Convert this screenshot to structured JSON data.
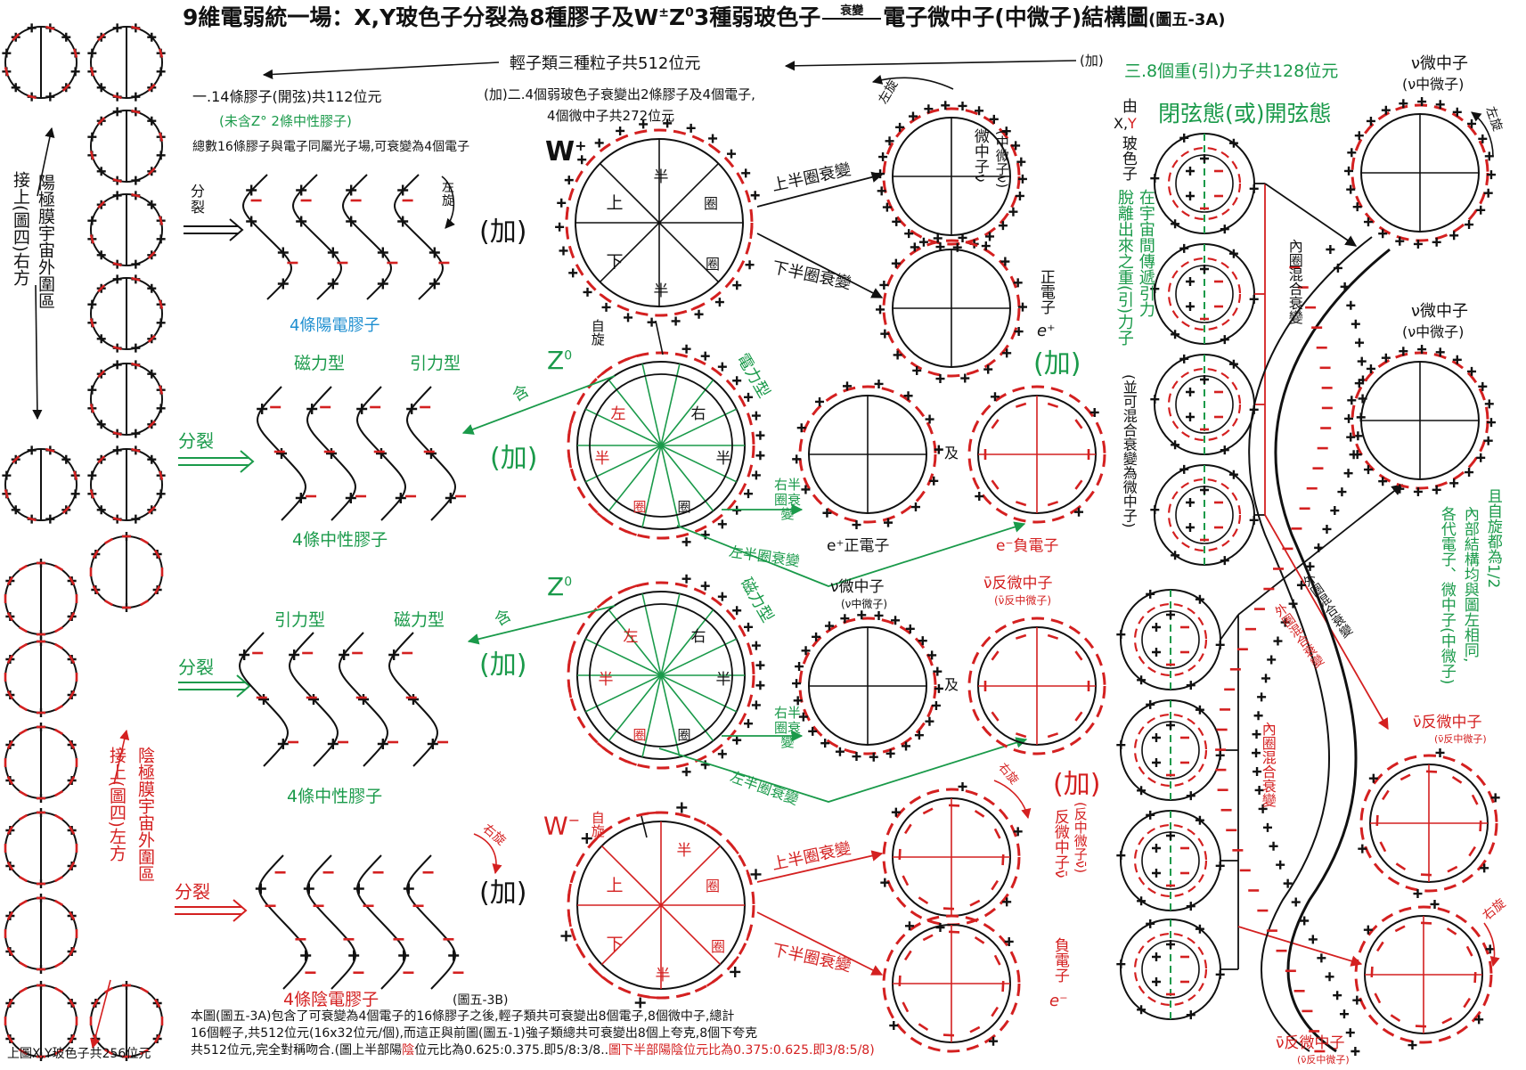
{
  "colors": {
    "black": "#111111",
    "red": "#d42020",
    "green": "#1a9a4a"
  },
  "title": {
    "main": "9維電弱統一場：X,Y玻色子分裂為8種膠子及W",
    "w_sup": "±",
    "z": "Z",
    "z_sup": "0",
    "mid": "3種弱玻色子",
    "arrow_text": "衰變",
    "tail": "電子微中子(中微子)結構圖",
    "ref": "(圖五-3A)"
  },
  "header": {
    "lepton_total": "輕子類三種粒子共512位元",
    "plus_right": "(加)",
    "force_quanta": "三.8個重(引)力子共128位元",
    "item1": "一.14條膠子(開弦)共112位元",
    "item1_note_a": "(未含",
    "item1_note_z": "Z°",
    "item1_note_b": " 2條中性膠子)",
    "item2_line1": "(加)二.4個弱玻色子衰變出2條膠子及4個電子,",
    "item2_line2": "4個微中子共272位元",
    "total16": "總數16條膠子與電子同屬光子場,可衰變為4個電子"
  },
  "left_column": {
    "boson_label": "玻色子",
    "x": "X",
    "y": "Y",
    "anode": "陽極膜宇宙外圍區",
    "anode_link": "接上(圖四)右方",
    "cathode": "陰極膜宇宙外圍區",
    "cathode_link": "接上(圖四)左方",
    "bottom_note": "上圖X,Y玻色子共256位元"
  },
  "split": {
    "label": "分裂",
    "pos_gluons": "4條陽電膠子",
    "neu_gluons": "4條中性膠子",
    "neg_gluons": "4條陰電膠子",
    "magnetic": "磁力型",
    "gravity": "引力型",
    "plus": "(加)",
    "left_spin": "左旋",
    "right_spin": "右旋"
  },
  "w_plus": {
    "label": "W",
    "sup": "+",
    "upper": "上",
    "lower": "下",
    "half": "半",
    "ring": "圈",
    "upper_decay": "上半圈衰變",
    "lower_decay": "下半圈衰變"
  },
  "z0": {
    "label": "Z",
    "sup": "0",
    "spin": "自旋",
    "contains": "含",
    "electric": "電力型",
    "magnetic": "磁力型",
    "left": "左",
    "right": "右",
    "half": "半",
    "ring": "圈",
    "right_decay": "右半圈衰變",
    "left_decay": "左半圈衰變"
  },
  "w_minus": {
    "label": "W",
    "sup": "−",
    "spin": "自旋",
    "upper": "上",
    "lower": "下",
    "half": "半",
    "ring": "圈",
    "upper_decay": "上半圈衰變",
    "lower_decay": "下半圈衰變"
  },
  "products": {
    "neutrino_v": "微中子ν",
    "neutrino_v_sub": "(中微子ν)",
    "positron": "正電子",
    "positron_sym": "e⁺",
    "plus": "(加)",
    "positron_label": "e⁺正電子",
    "electron_label": "e⁻負電子",
    "and": "及",
    "neutrino_label": "ν微中子",
    "neutrino_label_sub": "(ν中微子)",
    "anti_label": "ν̄反微中子",
    "anti_label_sub": "(ν̄反中微子)",
    "antineutrino_v": "反微中子ν̄",
    "antineutrino_v_sub": "(反中微子ν̄)",
    "electron_v": "負電子",
    "electron_sym": "e⁻",
    "right_spin": "右旋",
    "left_spin": "左旋"
  },
  "right_panel": {
    "from": "由",
    "xy": "X,",
    "y": "Y",
    "boson": "玻色子",
    "escape": "脫離出來之重(引)力子",
    "transmit": "在宇宙間傳遞引力",
    "mix_note": "(並可混合衰變為微中子)",
    "state": "閉弦態(或)開弦態",
    "inner_decay": "內圈混合衰變",
    "outer_decay": "外圈混合衰變",
    "spin_half": "且自旋都為1/2",
    "structure_same": "內部結構均與圖左相同,",
    "generations": "各代電子、微中子(中微子)",
    "neutrino_top": "ν微中子",
    "neutrino_top_sub": "(ν中微子)",
    "anti": "ν̄反微中子",
    "anti_sub": "(ν̄反中微子)",
    "left_spin": "左旋",
    "right_spin": "右旋"
  },
  "footer": {
    "ref": "(圖五-3B)",
    "line1": "本圖(圖五-3A)包含了可衰變為4個電子的16條膠子之後,輕子類共可衰變出8個電子,8個微中子,總計",
    "line2": "16個輕子,共512位元(16x32位元/個),而這正與前圖(圖五-1)強子類總共可衰變出8個上夸克,8個下夸克",
    "line3a": "共512位元,完全對稱吻合.(圖上半部陽",
    "line3b": "陰",
    "line3c": "位元比為0.625:0.375.即5/8:3/8..",
    "line3d": "圖下半部陽",
    "line3e": "陰",
    "line3f": "位元比為0.375:0.625.即3/8:5/8)"
  }
}
